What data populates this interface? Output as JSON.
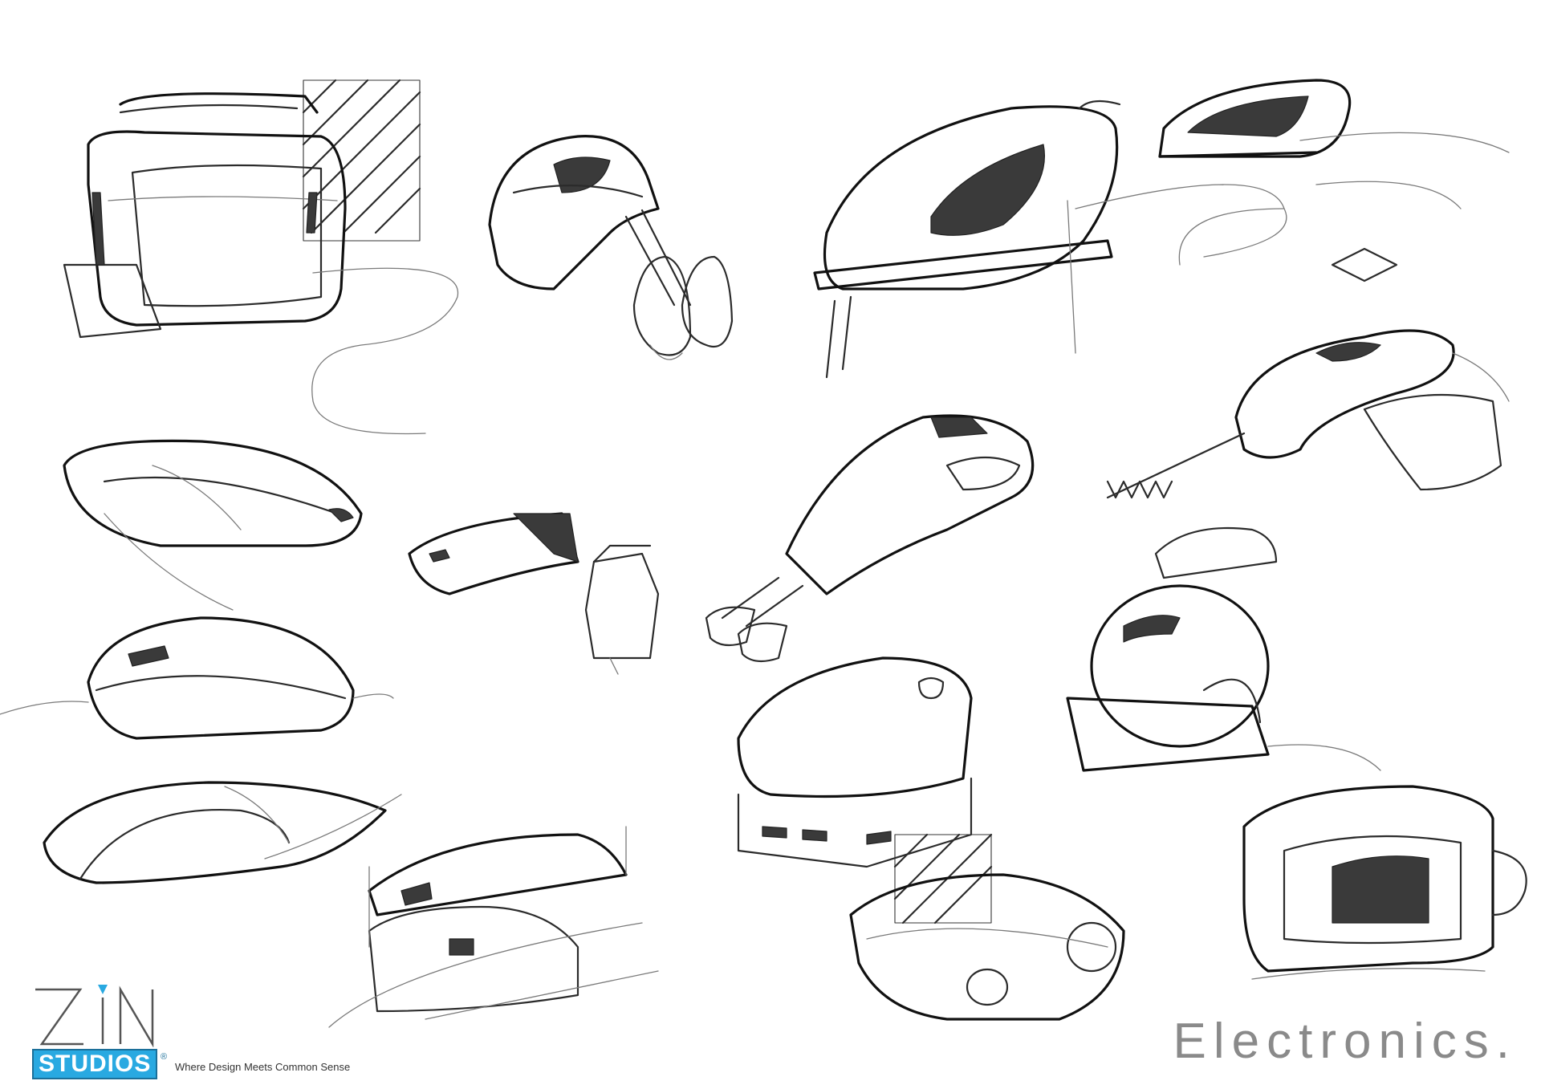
{
  "brand": {
    "logo_text": "ZIN",
    "studios_label": "STUDIOS",
    "registered_mark": "®",
    "tagline": "Where Design Meets Common Sense",
    "accent_color": "#29a9e1"
  },
  "title": "Electronics."
}
